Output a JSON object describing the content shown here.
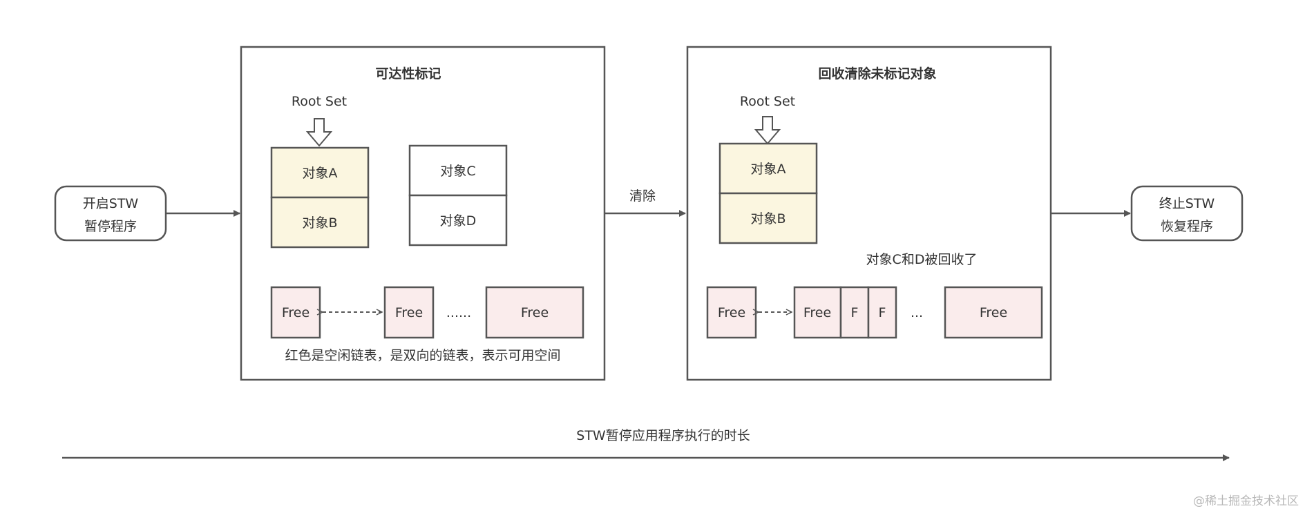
{
  "start_node": {
    "line1": "开启STW",
    "line2": "暂停程序"
  },
  "end_node": {
    "line1": "终止STW",
    "line2": "恢复程序"
  },
  "panel_mark": {
    "title": "可达性标记",
    "root_set": "Root Set",
    "objects": [
      "对象A",
      "对象B",
      "对象C",
      "对象D"
    ],
    "free_label": "Free",
    "dots": "......",
    "caption": "红色是空闲链表，是双向的链表，表示可用空间"
  },
  "edge_label": "清除",
  "panel_sweep": {
    "title": "回收清除未标记对象",
    "root_set": "Root Set",
    "objects": [
      "对象A",
      "对象B"
    ],
    "note": "对象C和D被回收了",
    "free_label": "Free",
    "f_label": "F",
    "dots": "..."
  },
  "timeline_label": "STW暂停应用程序执行的时长",
  "watermark": "@稀土掘金技术社区",
  "colors": {
    "marked": "#fbf6e0",
    "free": "#faecec",
    "stroke": "#555555"
  }
}
